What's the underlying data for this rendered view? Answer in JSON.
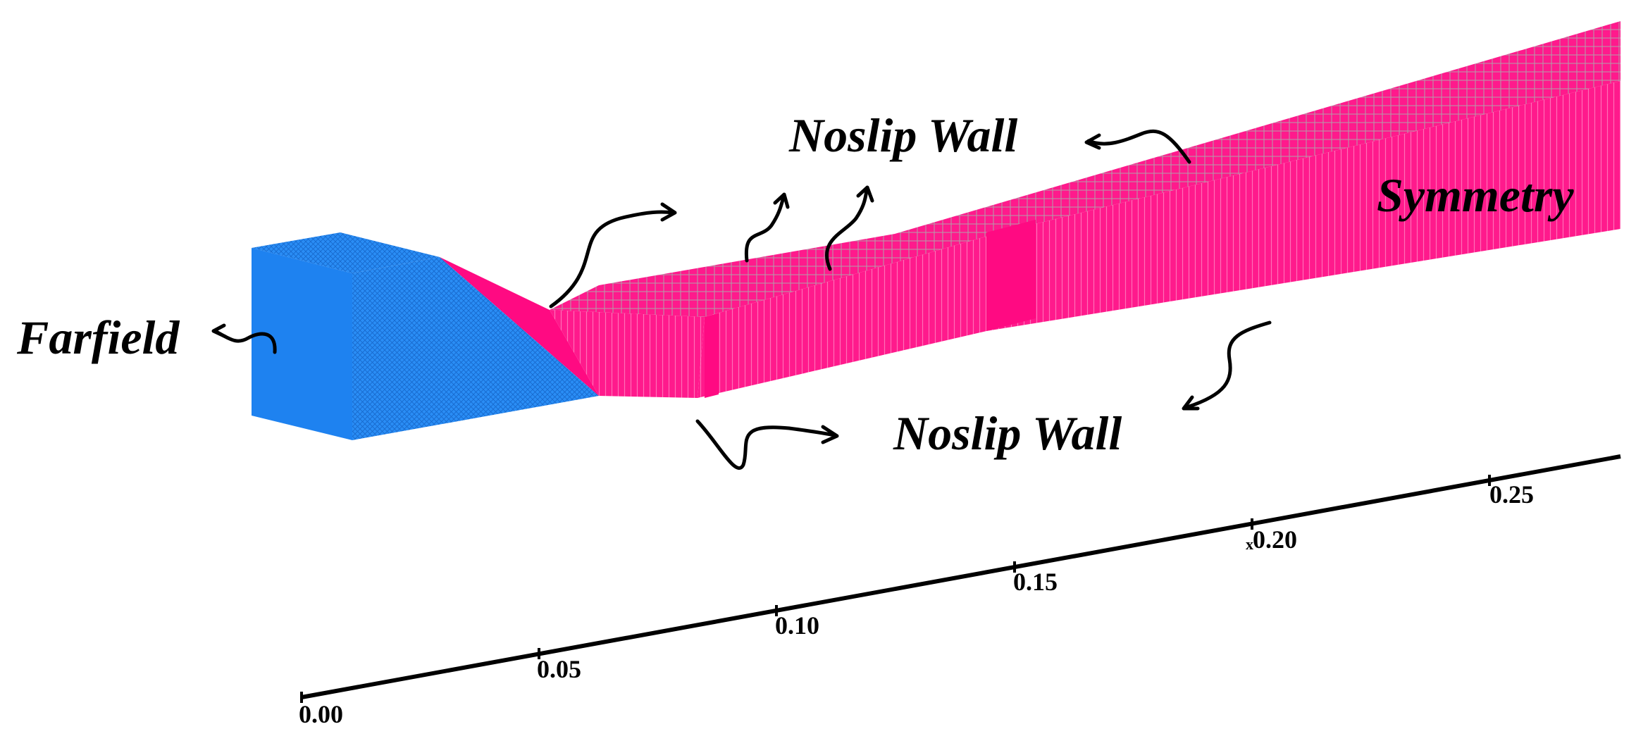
{
  "figure": {
    "boundary_labels": {
      "farfield": "Farfield",
      "noslip_wall_top": "Noslip Wall",
      "noslip_wall_bottom": "Noslip Wall",
      "symmetry": "Symmetry"
    },
    "axis": {
      "ticks": [
        "0.00",
        "0.05",
        "0.10",
        "0.15",
        "0.20",
        "0.25"
      ],
      "minor_label": "x"
    },
    "colors": {
      "farfield_mesh": "#1e82f0",
      "wall_mesh": "#ff0a82",
      "arrow": "#000000",
      "axis": "#000000"
    }
  }
}
